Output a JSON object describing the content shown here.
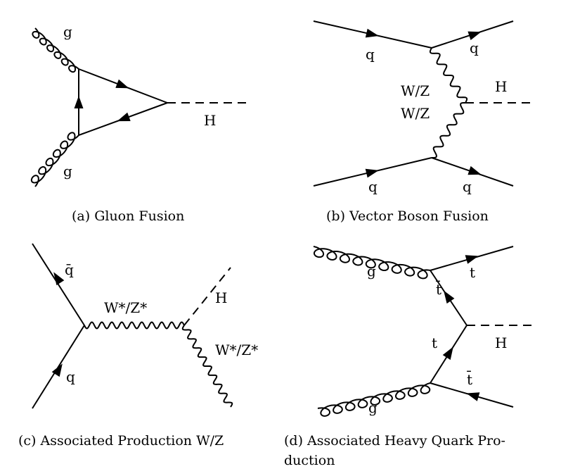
{
  "panels": {
    "a": {
      "caption": "(a)  Gluon Fusion",
      "labels": {
        "g_top": "g",
        "g_bottom": "g",
        "higgs": "H"
      }
    },
    "b": {
      "caption": "(b)  Vector Boson Fusion",
      "labels": {
        "q_in_top": "q",
        "q_out_top": "q",
        "boson_1": "W/Z",
        "boson_2": "W/Z",
        "higgs": "H",
        "q_in_bottom": "q",
        "q_out_bottom": "q"
      }
    },
    "c": {
      "caption": "(c)  Associated Production W/Z",
      "labels": {
        "qbar": "q̄",
        "q": "q",
        "vstar": "W*/Z*",
        "higgs": "H",
        "vstar_out": "W*/Z*"
      }
    },
    "d": {
      "caption_line1": "(d)  Associated  Heavy  Quark  Pro-",
      "caption_line2": "duction",
      "labels": {
        "g_top": "g",
        "tbar_top": "t̄",
        "t_top": "t",
        "t_mid": "t",
        "higgs": "H",
        "g_bottom": "g",
        "tbar_bottom": "t̄"
      }
    }
  }
}
